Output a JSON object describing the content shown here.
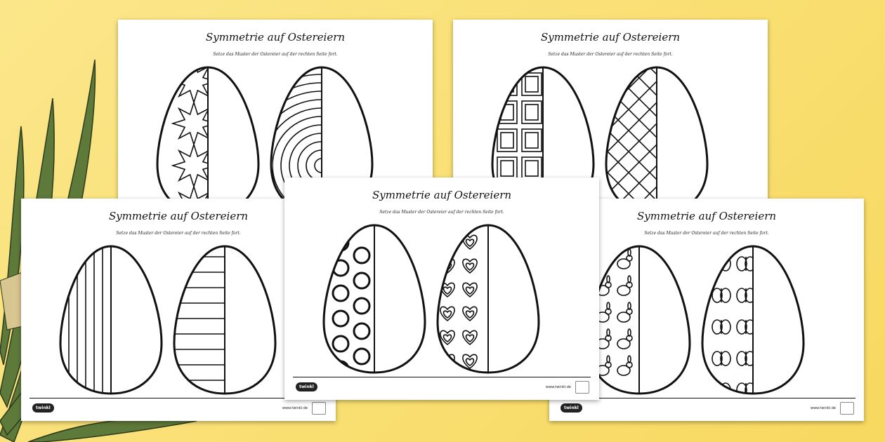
{
  "worksheet": {
    "title": "Symmetrie auf Ostereiern",
    "instruction": "Setze das Muster der Ostereier auf der rechten Seite fort.",
    "logo": "twinkl",
    "url": "www.twinkl.de"
  },
  "sheets": [
    {
      "id": "top-left",
      "patterns": [
        "stars",
        "arcs"
      ]
    },
    {
      "id": "top-right",
      "patterns": [
        "squares",
        "diamonds"
      ]
    },
    {
      "id": "bottom-left",
      "patterns": [
        "vlines",
        "hlines"
      ]
    },
    {
      "id": "bottom-right",
      "patterns": [
        "rabbits",
        "butterflies"
      ]
    },
    {
      "id": "center",
      "patterns": [
        "circles",
        "hearts"
      ]
    }
  ],
  "colors": {
    "background": "#f9de70",
    "leaf": "#5e7a3a",
    "ink": "#111111"
  }
}
